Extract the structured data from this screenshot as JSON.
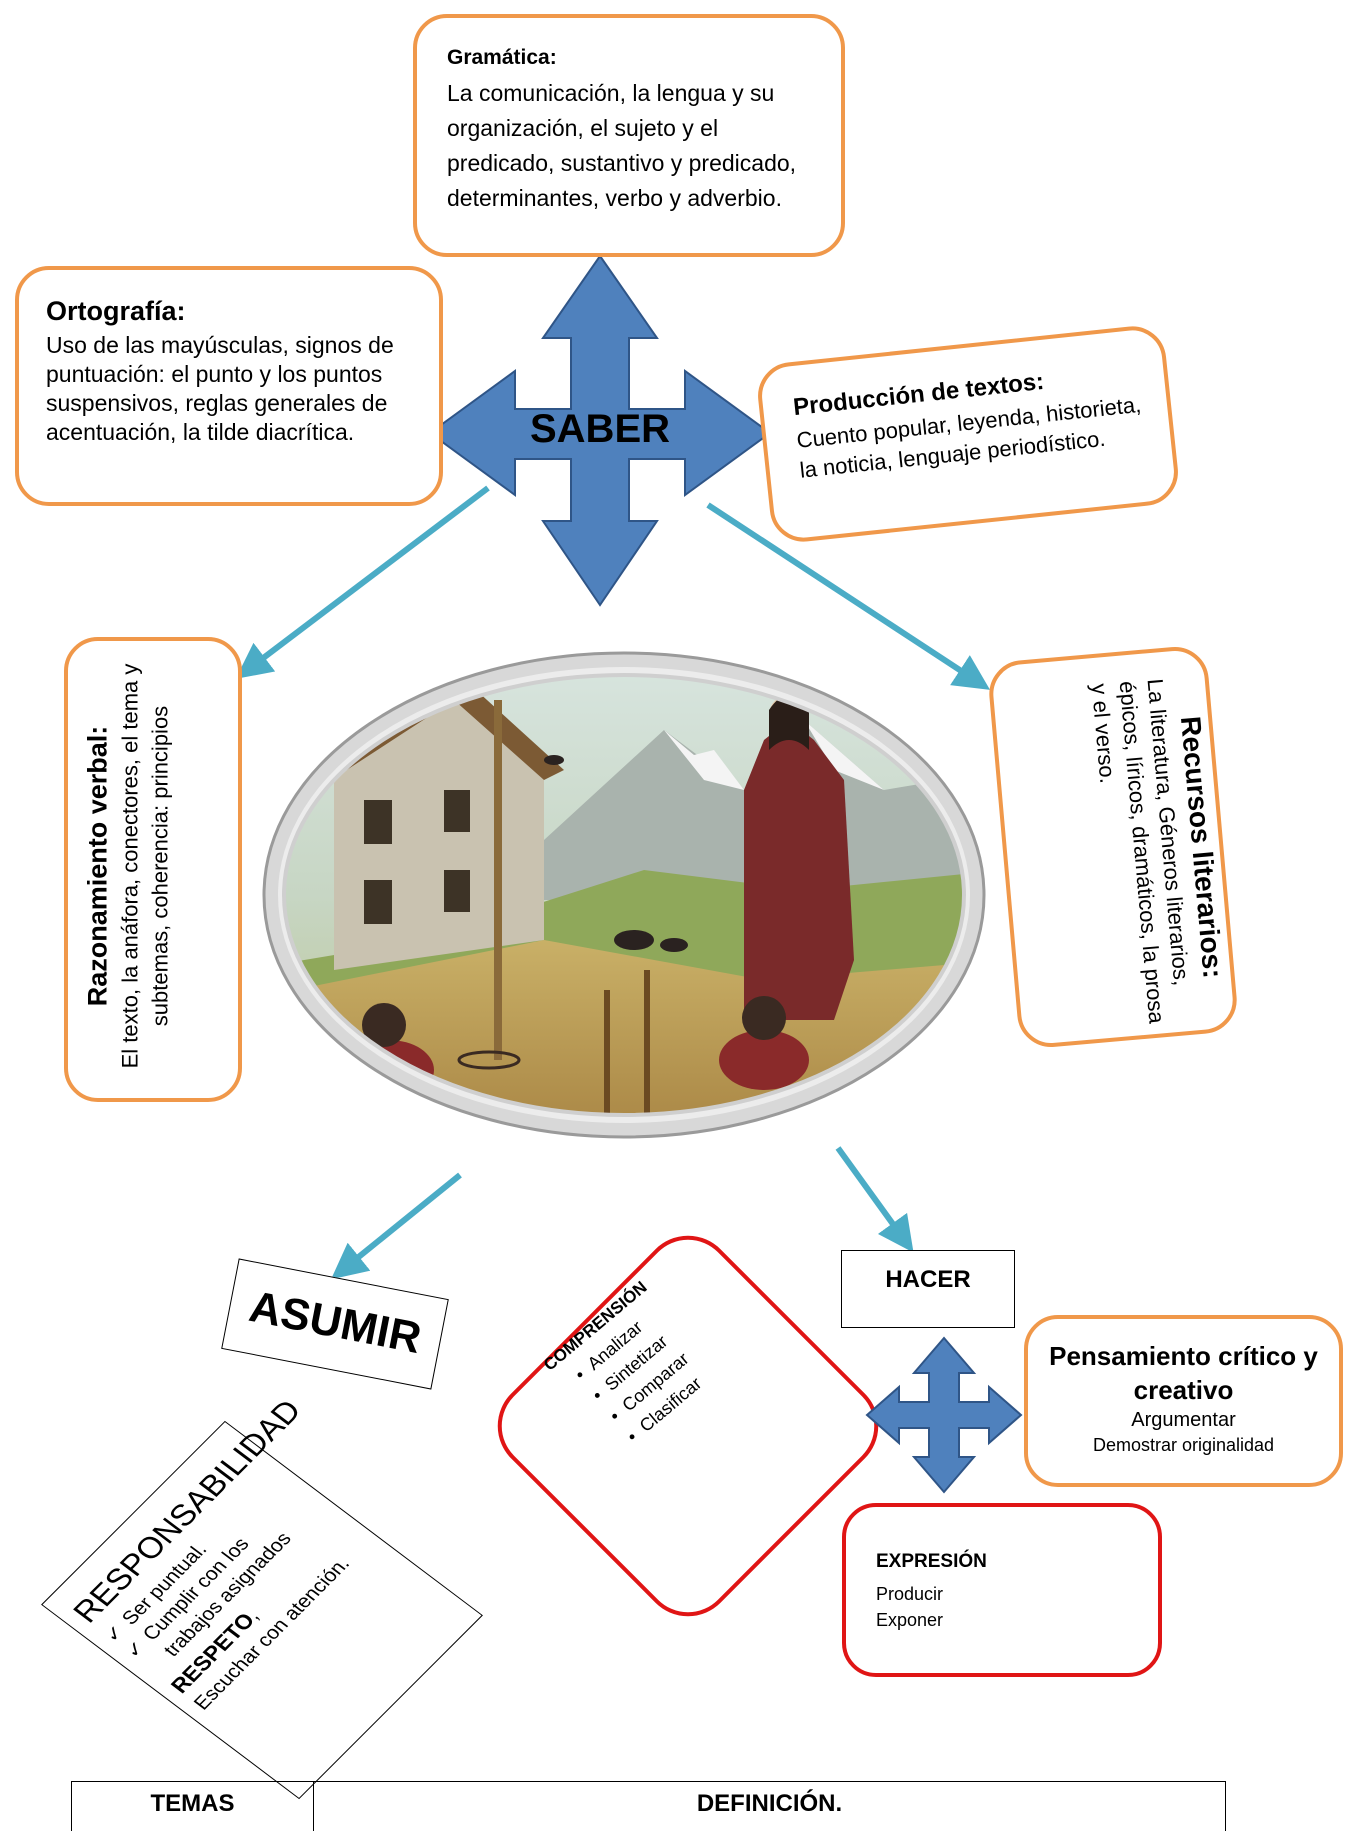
{
  "gramatica": {
    "title": "Gramática:",
    "body": "La comunicación, la lengua y su organización, el sujeto y el predicado, sustantivo y predicado, determinantes, verbo y adverbio."
  },
  "ortografia": {
    "title": "Ortografía:",
    "body": "Uso de las mayúsculas, signos de puntuación: el punto y los puntos suspensivos, reglas generales de acentuación, la tilde diacrítica."
  },
  "produccion": {
    "title": "Producción de textos:",
    "body": "Cuento popular, leyenda, historieta, la noticia, lenguaje periodístico."
  },
  "saber": "SABER",
  "razonamiento": {
    "title": "Razonamiento verbal:",
    "body": "El texto, la anáfora, conectores, el tema y subtemas, coherencia: principios"
  },
  "recursos": {
    "title": "Recursos literarios:",
    "body": "La literatura, Géneros literarios, épicos, líricos, dramáticos, la prosa y el verso."
  },
  "asumir": "ASUMIR",
  "hacer": "HACER",
  "responsabilidad": {
    "title": "RESPONSABILIDAD",
    "items": [
      "Ser puntual.",
      "Cumplir con los trabajos asignados"
    ],
    "respeto_title": "RESPETO",
    "respeto_sep": ",",
    "respeto_body": "Escuchar con atención.",
    "check": "✓"
  },
  "comprension": {
    "title": "COMPRENSIÓN",
    "items": [
      "Analizar",
      "Sintetizar",
      "Comparar",
      "Clasificar"
    ],
    "bullet": "•"
  },
  "pensamiento": {
    "title": "Pensamiento crítico y creativo",
    "line1": "Argumentar",
    "line2": "Demostrar originalidad"
  },
  "expresion": {
    "title": "EXPRESIÓN",
    "line1": "Producir",
    "line2": "Exponer"
  },
  "table": {
    "col1": "TEMAS",
    "col2": "DEFINICIÓN."
  },
  "colors": {
    "orange": "#f0984a",
    "red": "#e01515",
    "blue_arrow": "#4f81bd",
    "teal_arrow": "#4bacc6"
  }
}
